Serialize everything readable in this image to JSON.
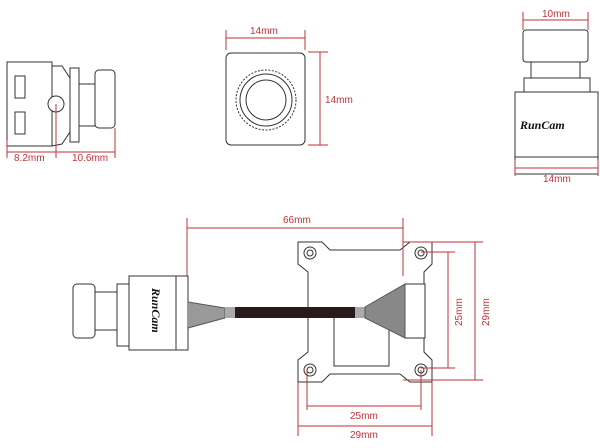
{
  "side_view": {
    "depth_back": "8.2mm",
    "depth_front": "10.6mm"
  },
  "front_view": {
    "width": "14mm",
    "height": "14mm"
  },
  "top_view": {
    "lens_width": "10mm",
    "body_width": "14mm",
    "logo": "RunCam"
  },
  "assembly_view": {
    "overall_length": "66mm",
    "hole_spacing_vertical": "25mm",
    "board_height": "29mm",
    "hole_spacing_horizontal": "25mm",
    "board_width": "29mm",
    "logo": "RunCam"
  },
  "colors": {
    "dimension": "#c0323a",
    "outline": "#333333"
  }
}
